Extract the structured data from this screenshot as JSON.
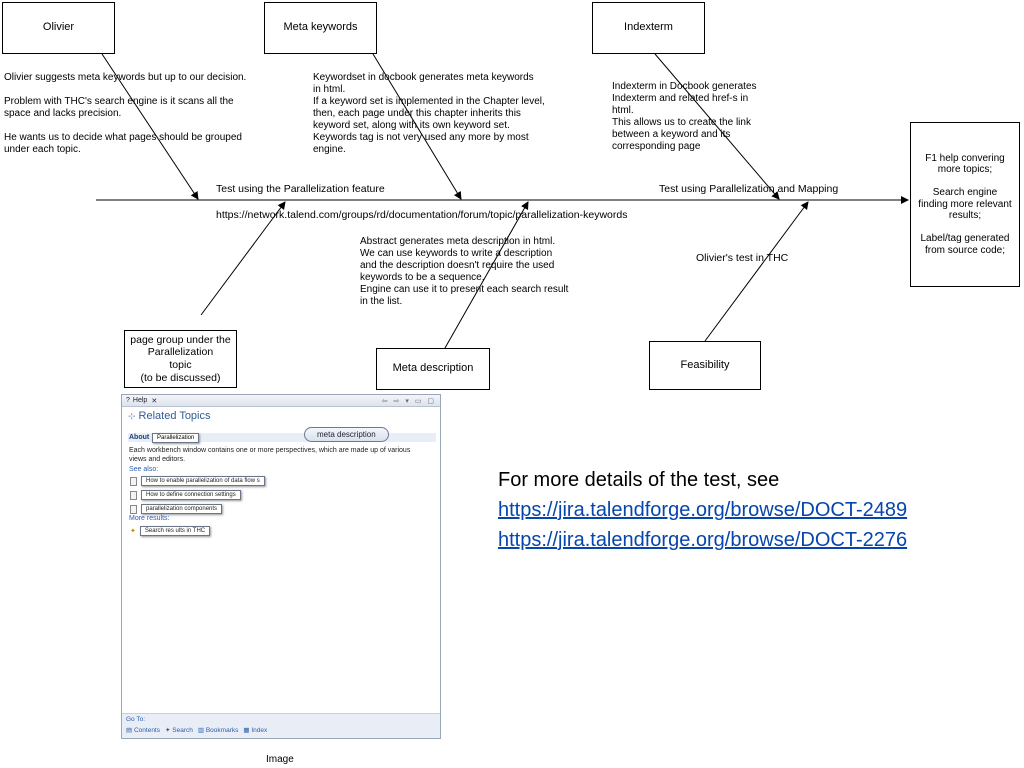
{
  "boxes": {
    "olivier": "Olivier",
    "meta_keywords": "Meta keywords",
    "indexterm": "Indexterm",
    "page_group": "page group under the\nParallelization\ntopic\n(to be discussed)",
    "meta_description": "Meta description",
    "feasibility": "Feasibility",
    "result": "F1 help convering\nmore topics;\n\nSearch engine\nfinding more relevant\nresults;\n\nLabel/tag generated\nfrom source code;"
  },
  "notes": {
    "olivier": "Olivier suggests meta keywords but up to our decision.\n\nProblem with THC's search engine is it scans all the\nspace and lacks precision.\n\nHe wants us to decide what pages should be grouped\nunder each topic.",
    "meta_keywords": "Keywordset in docbook generates meta keywords\nin html.\nIf a keyword set is implemented in the Chapter level,\n then, each page under this chapter inherits this\n keyword set, along with its own keyword set.\nKeywords tag is not very used any more by most\nengine.",
    "indexterm": "Indexterm in Docbook generates\nIndexterm and related href-s in\nhtml.\nThis allows us to create the link\n between a keyword and its\n corresponding page",
    "meta_description": "Abstract generates meta description in html.\nWe can use keywords to write a description\nand the description doesn't require the used\nkeywords to be a sequence.\nEngine can use it to present each search result\nin the list."
  },
  "labels": {
    "test_parallelization": "Test using the Parallelization feature",
    "test_url": "https://network.talend.com/groups/rd/documentation/forum/topic/parallelization-keywords",
    "test_mapping": "Test using Parallelization and Mapping",
    "olivier_test": "Olivier's test in THC"
  },
  "help_window": {
    "tab_title": "Help",
    "heading": "Related Topics",
    "about": "About",
    "about_popup": "Parallelization",
    "callout": "meta description",
    "description": "Each workbench window contains one or more perspectives, which are made up of various views and editors.",
    "see_also": "See also:",
    "links": [
      "How to enable parallelization of data flow s",
      "How to define connection settings",
      "parallelization components"
    ],
    "more_results": "More results:",
    "search_result": "Search res ults in THC",
    "go_to": "Go To:",
    "footer": [
      "Contents",
      "Search",
      "Bookmarks",
      "Index"
    ]
  },
  "details": {
    "intro": "For more details of the test, see",
    "link1": "https://jira.talendforge.org/browse/DOCT-2489",
    "link2": "https://jira.talendforge.org/browse/DOCT-2276"
  },
  "caption": "Image"
}
